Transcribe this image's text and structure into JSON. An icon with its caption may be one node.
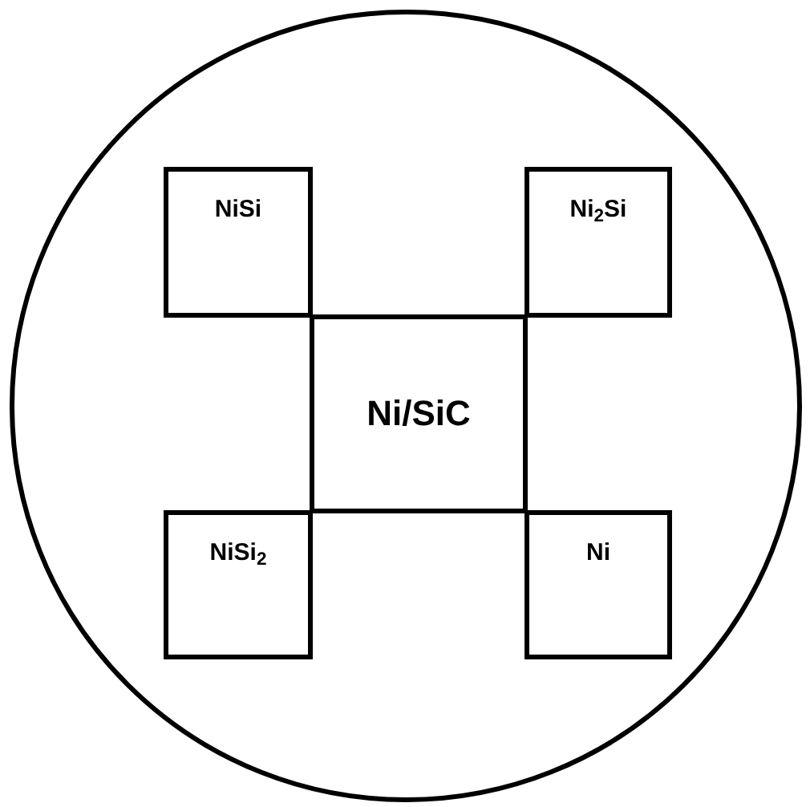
{
  "diagram": {
    "nodes": [
      {
        "text": [],
        "shape": "circle"
      },
      {
        "text": [
          "NiSi"
        ],
        "in": 0
      },
      {
        "text": [
          "Ni$_{2}$Si"
        ],
        "in": 0
      },
      {
        "text": [
          "Ni/SiC"
        ],
        "in": 0
      },
      {
        "text": [
          "NiSi$_{2}$"
        ],
        "in": 0
      },
      {
        "text": [
          "Ni"
        ],
        "in": 0
      }
    ]
  }
}
